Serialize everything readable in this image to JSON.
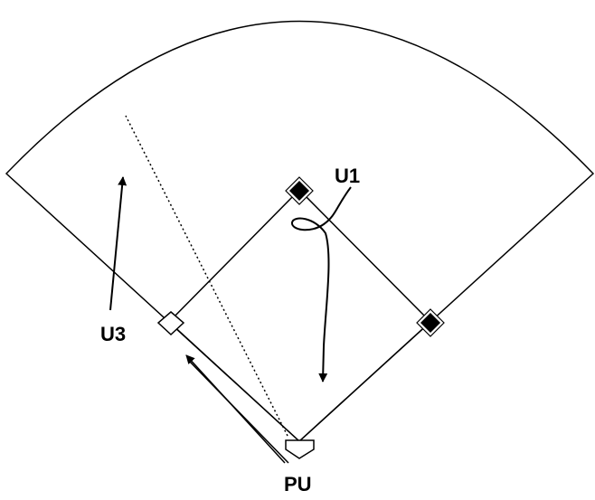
{
  "labels": {
    "first_base_umpire": "U1",
    "third_base_umpire": "U3",
    "plate_umpire": "PU"
  },
  "colors": {
    "line": "#000000",
    "base_filled": "#000000",
    "base_empty": "#ffffff",
    "background": "#ffffff"
  },
  "markers": {
    "first_base": "filled-diamond",
    "second_base": "filled-diamond",
    "third_base": "empty-diamond",
    "home_plate": "pentagon"
  }
}
